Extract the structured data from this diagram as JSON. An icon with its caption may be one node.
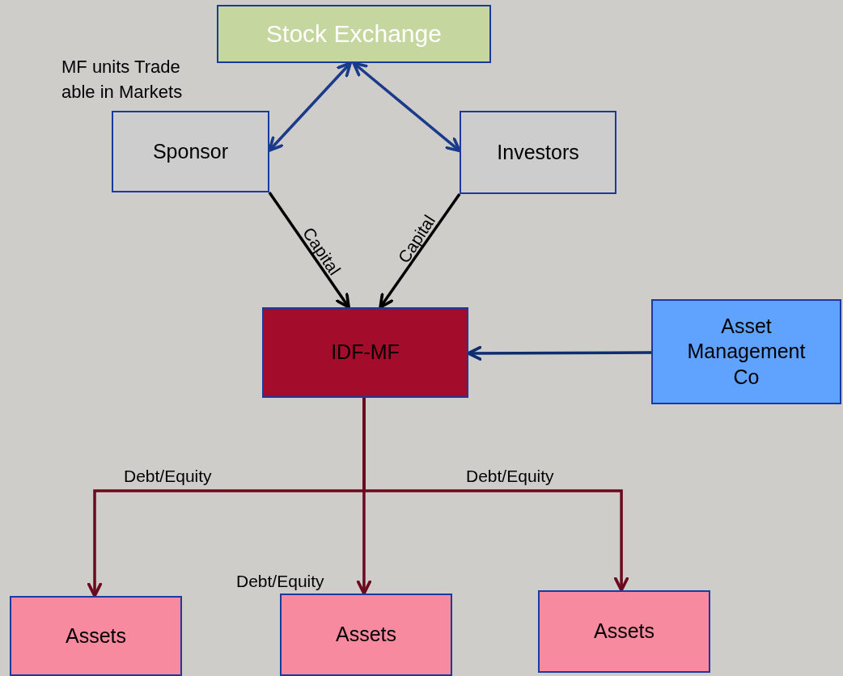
{
  "diagram": {
    "nodes": [
      {
        "text": [
          "Stock Exchange"
        ]
      },
      {
        "text": [
          "Sponsor"
        ]
      },
      {
        "text": [
          "Investors"
        ]
      },
      {
        "text": [
          "IDF-MF"
        ]
      },
      {
        "text": [
          "Asset Management Co"
        ]
      },
      {
        "text": [
          "Assets"
        ]
      },
      {
        "text": [
          "Assets"
        ]
      },
      {
        "text": [
          "Assets"
        ]
      }
    ],
    "edges": [
      {
        "from": 0,
        "to": 1,
        "arrow": "both",
        "color": "#1a3a8a"
      },
      {
        "from": 0,
        "to": 2,
        "arrow": "both",
        "color": "#1a3a8a"
      },
      {
        "from": 1,
        "to": 3,
        "arrow": "to",
        "label": "Capital",
        "color": "#000000"
      },
      {
        "from": 2,
        "to": 3,
        "arrow": "to",
        "label": "Capital",
        "color": "#000000"
      },
      {
        "from": 4,
        "to": 3,
        "arrow": "to",
        "color": "#0a2e6e"
      },
      {
        "from": 3,
        "to": 5,
        "arrow": "to",
        "label": "Debt/Equity"
      },
      {
        "from": 3,
        "to": 6,
        "arrow": "to",
        "label": "Debt/Equity"
      },
      {
        "from": 3,
        "to": 7,
        "arrow": "to",
        "label": "Debt/Equity"
      }
    ],
    "labels": [
      "MF units Trade able in Markets"
    ]
  }
}
